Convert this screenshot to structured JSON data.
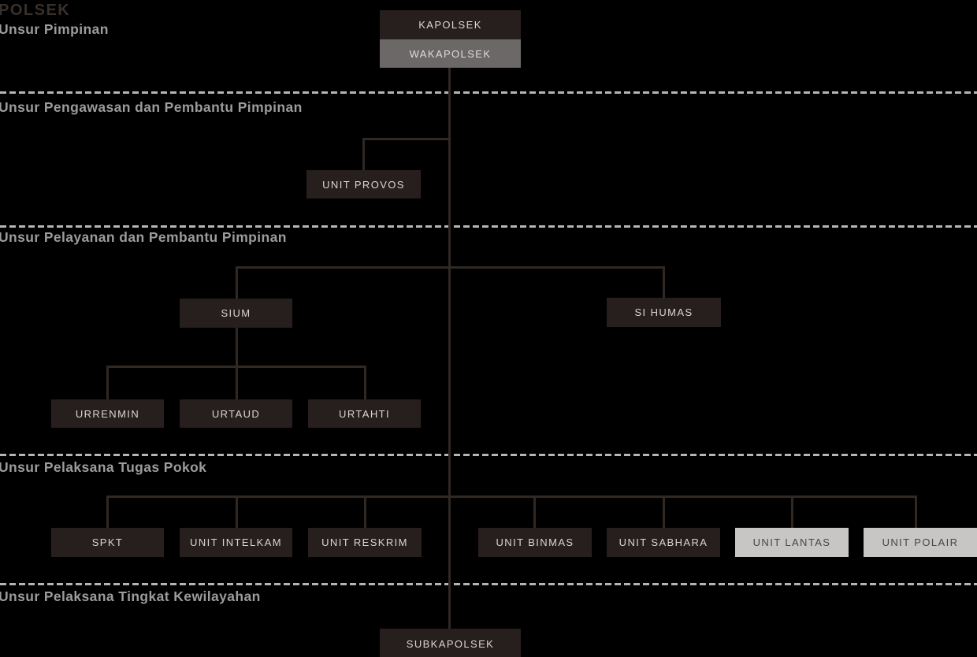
{
  "title": "POLSEK",
  "palette": {
    "background": "#000000",
    "box_dark": "#271f1d",
    "box_gray": "#6b6867",
    "box_light": "#c7c6c5",
    "box_text_on_dark": "#d8d6d3",
    "box_text_on_light": "#494643",
    "connector_line": "#2f2823",
    "divider_dash": "#b5b5b5",
    "heading_text": "#9c9c9c",
    "title_text": "#37302b"
  },
  "sections": [
    {
      "id": "pimpinan",
      "label": "Unsur Pimpinan"
    },
    {
      "id": "pengawasan",
      "label": "Unsur Pengawasan dan Pembantu Pimpinan"
    },
    {
      "id": "pelayanan",
      "label": "Unsur Pelayanan dan Pembantu Pimpinan"
    },
    {
      "id": "tugas-pokok",
      "label": "Unsur Pelaksana Tugas Pokok"
    },
    {
      "id": "kewilayahan",
      "label": "Unsur Pelaksana Tingkat Kewilayahan"
    }
  ],
  "nodes": [
    {
      "id": "kapolsek",
      "label": "KAPOLSEK",
      "variant": "dark",
      "section": "pimpinan",
      "parent": null
    },
    {
      "id": "wakapolsek",
      "label": "WAKAPOLSEK",
      "variant": "gray",
      "section": "pimpinan",
      "parent": "kapolsek"
    },
    {
      "id": "unit-provos",
      "label": "UNIT PROVOS",
      "variant": "dark",
      "section": "pengawasan",
      "parent": "wakapolsek"
    },
    {
      "id": "sium",
      "label": "SIUM",
      "variant": "dark",
      "section": "pelayanan",
      "parent": "wakapolsek"
    },
    {
      "id": "si-humas",
      "label": "SI HUMAS",
      "variant": "dark",
      "section": "pelayanan",
      "parent": "wakapolsek"
    },
    {
      "id": "urrenmin",
      "label": "URRENMIN",
      "variant": "dark",
      "section": "pelayanan",
      "parent": "sium"
    },
    {
      "id": "urtaud",
      "label": "URTAUD",
      "variant": "dark",
      "section": "pelayanan",
      "parent": "sium"
    },
    {
      "id": "urtahti",
      "label": "URTAHTI",
      "variant": "dark",
      "section": "pelayanan",
      "parent": "sium"
    },
    {
      "id": "spkt",
      "label": "SPKT",
      "variant": "dark",
      "section": "tugas-pokok",
      "parent": "wakapolsek"
    },
    {
      "id": "unit-intelkam",
      "label": "UNIT INTELKAM",
      "variant": "dark",
      "section": "tugas-pokok",
      "parent": "wakapolsek"
    },
    {
      "id": "unit-reskrim",
      "label": "UNIT RESKRIM",
      "variant": "dark",
      "section": "tugas-pokok",
      "parent": "wakapolsek"
    },
    {
      "id": "unit-binmas",
      "label": "UNIT BINMAS",
      "variant": "dark",
      "section": "tugas-pokok",
      "parent": "wakapolsek"
    },
    {
      "id": "unit-sabhara",
      "label": "UNIT SABHARA",
      "variant": "dark",
      "section": "tugas-pokok",
      "parent": "wakapolsek"
    },
    {
      "id": "unit-lantas",
      "label": "UNIT LANTAS",
      "variant": "light",
      "section": "tugas-pokok",
      "parent": "wakapolsek"
    },
    {
      "id": "unit-polair",
      "label": "UNIT POLAIR",
      "variant": "light",
      "section": "tugas-pokok",
      "parent": "wakapolsek"
    },
    {
      "id": "subkapolsek",
      "label": "SUBKAPOLSEK",
      "variant": "dark",
      "section": "kewilayahan",
      "parent": "wakapolsek"
    }
  ]
}
